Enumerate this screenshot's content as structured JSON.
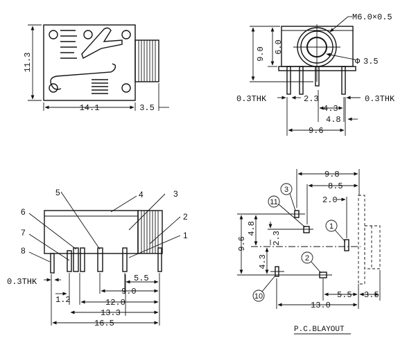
{
  "views": {
    "top": {
      "height": "11.3",
      "length": "14.1",
      "nose": "3.5"
    },
    "front": {
      "thread": "M6.0×0.5",
      "bore": "3.5",
      "height_total": "9.0",
      "height_body": "6.0",
      "thk_left": "0.3THK",
      "thk_right": "0.3THK",
      "spacing_a": "2.3",
      "spacing_b": "4.3",
      "spacing_c": "4.8",
      "width": "9.6"
    },
    "side": {
      "callouts": [
        "1",
        "2",
        "3",
        "4",
        "5",
        "6",
        "7",
        "8"
      ],
      "thk": "0.3THK",
      "d_1_2": "1.2",
      "d_5_5": "5.5",
      "d_9_0": "9.0",
      "d_12_0": "12.0",
      "d_13_3": "13.3",
      "d_16_5": "16.5"
    },
    "pcb": {
      "caption": "P.C.BLAYOUT",
      "pins": [
        "1",
        "2",
        "3",
        "10",
        "11"
      ],
      "d_9_8": "9.8",
      "d_8_5": "8.5",
      "d_2_0": "2.0",
      "d_4_8": "4.8",
      "d_2_3": "2.3",
      "d_9_6": "9.6",
      "d_4_3": "4.3",
      "d_5_5": "5.5",
      "d_3_5": "3.5",
      "d_13_0": "13.0"
    }
  }
}
